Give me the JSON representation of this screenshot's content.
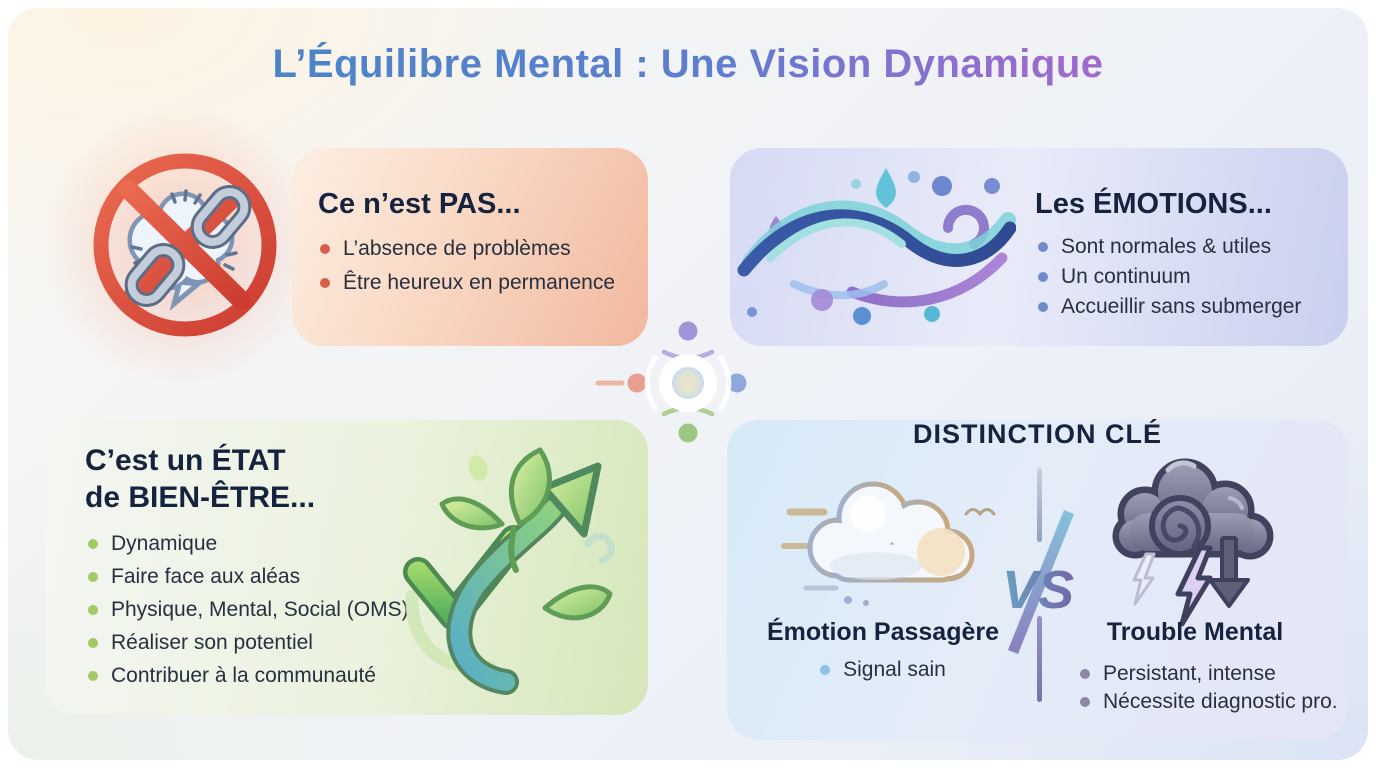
{
  "title": {
    "text_blue": "L’Équilibre Mental : Une Vision",
    "text_purple": "Dynamique"
  },
  "colors": {
    "title_blue": "#4a85c6",
    "title_purple": "#a468cb",
    "heading_navy": "#15233f",
    "body_text": "#26303f",
    "bullet_red": "#d95f4c",
    "bullet_blue": "#6f8cc9",
    "bullet_green": "#a3c964",
    "bullet_sky": "#8cc2e8",
    "bullet_graypurple": "#8d87a8",
    "card_not_tint": "#f1b89e",
    "card_emotions_tint": "#c9d0ee",
    "card_wellbeing_tint": "#d5e7ba",
    "card_distinction_tint": "#d6eaf8"
  },
  "quadrant_not": {
    "icon": "no-broken-chain-icon",
    "heading": "Ce n’est PAS...",
    "bullets": [
      "L’absence de problèmes",
      "Être heureux en permanence"
    ]
  },
  "quadrant_emotions": {
    "icon": "wave-icon",
    "heading": "Les ÉMOTIONS...",
    "bullets": [
      "Sont normales & utiles",
      "Un continuum",
      "Accueillir sans submerger"
    ]
  },
  "quadrant_wellbeing": {
    "icon": "growth-check-icon",
    "heading_line1": "C’est un ÉTAT",
    "heading_line2": "de BIEN-ÊTRE...",
    "bullets": [
      "Dynamique",
      "Faire face aux aléas",
      "Physique, Mental, Social (OMS)",
      "Réaliser son potentiel",
      "Contribuer à la communauté"
    ]
  },
  "quadrant_distinction": {
    "heading": "DISTINCTION CLÉ",
    "vs_label": "VS",
    "emotion": {
      "icon": "light-cloud-icon",
      "heading": "Émotion Passagère",
      "bullets": [
        "Signal sain"
      ]
    },
    "trouble": {
      "icon": "storm-cloud-icon",
      "heading": "Trouble Mental",
      "bullets": [
        "Persistant, intense",
        "Nécessite diagnostic pro."
      ]
    }
  }
}
